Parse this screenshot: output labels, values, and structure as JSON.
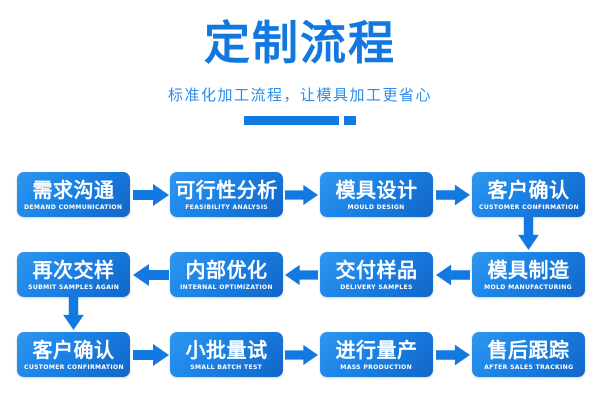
{
  "header": {
    "title": "定制流程",
    "subtitle": "标准化加工流程，让模具加工更省心",
    "accent_color": "#1279e3",
    "title_color": "#1278e0",
    "subtitle_color": "#2a8ceb"
  },
  "flow": {
    "background_color": "#ffffff",
    "node_gradient_from": "#2f97ef",
    "node_gradient_to": "#1166c8",
    "arrow_color": "#1279e3",
    "nodes": [
      {
        "cn": "需求沟通",
        "en": "DEMAND COMMUNICATION"
      },
      {
        "cn": "可行性分析",
        "en": "FEASIBILITY ANALYSIS"
      },
      {
        "cn": "模具设计",
        "en": "MOULD DESIGN"
      },
      {
        "cn": "客户确认",
        "en": "CUSTOMER CONFIRMATION"
      },
      {
        "cn": "再次交样",
        "en": "SUBMIT SAMPLES AGAIN"
      },
      {
        "cn": "内部优化",
        "en": "INTERNAL OPTIMIZATION"
      },
      {
        "cn": "交付样品",
        "en": "DELIVERY SAMPLES"
      },
      {
        "cn": "模具制造",
        "en": "MOLD MANUFACTURING"
      },
      {
        "cn": "客户确认",
        "en": "CUSTOMER CONFIRMATION"
      },
      {
        "cn": "小批量试",
        "en": "SMALL BATCH TEST"
      },
      {
        "cn": "进行量产",
        "en": "MASS PRODUCTION"
      },
      {
        "cn": "售后跟踪",
        "en": "AFTER SALES TRACKING"
      }
    ],
    "connectors": [
      {
        "direction": "right"
      },
      {
        "direction": "right"
      },
      {
        "direction": "right"
      },
      {
        "direction": "down"
      },
      {
        "direction": "left"
      },
      {
        "direction": "left"
      },
      {
        "direction": "left"
      },
      {
        "direction": "down"
      },
      {
        "direction": "right"
      },
      {
        "direction": "right"
      },
      {
        "direction": "right"
      }
    ]
  }
}
